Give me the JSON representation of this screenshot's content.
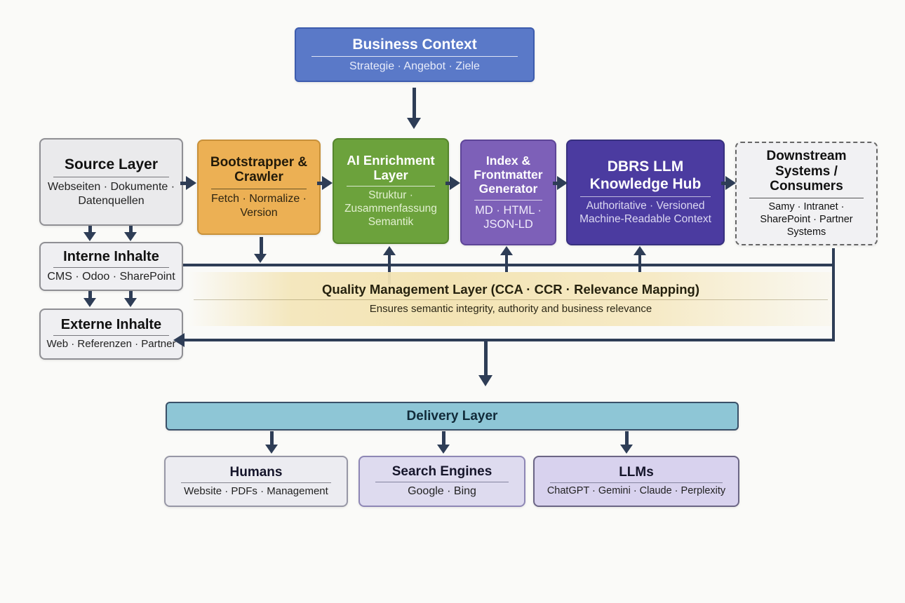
{
  "business_context": {
    "title": "Business Context",
    "subtitle": "Strategie · Angebot · Ziele"
  },
  "pipeline": {
    "source_layer": {
      "title": "Source Layer",
      "subtitle": "Webseiten · Dokumente · Datenquellen"
    },
    "bootstrapper": {
      "title": "Bootstrapper & Crawler",
      "subtitle": "Fetch · Normalize · Version"
    },
    "ai_enrichment": {
      "title": "AI Enrichment Layer",
      "subtitle": "Struktur · Zusammenfassung Semantik"
    },
    "index_frontmatter": {
      "title": "Index & Frontmatter Generator",
      "subtitle": "MD · HTML · JSON-LD"
    },
    "dbrs_hub": {
      "title": "DBRS LLM Knowledge Hub",
      "subtitle": "Authoritative · Versioned Machine-Readable Context"
    },
    "downstream": {
      "title": "Downstream Systems / Consumers",
      "subtitle": "Samy · Intranet · SharePoint · Partner Systems"
    }
  },
  "content_sources": {
    "interne": {
      "title": "Interne Inhalte",
      "subtitle": "CMS · Odoo · SharePoint"
    },
    "externe": {
      "title": "Externe Inhalte",
      "subtitle": "Web · Referenzen · Partner"
    }
  },
  "quality_management": {
    "title": "Quality Management Layer (CCA · CCR · Relevance Mapping)",
    "subtitle": "Ensures semantic integrity, authority and business relevance"
  },
  "delivery": {
    "title": "Delivery Layer"
  },
  "channels": {
    "humans": {
      "title": "Humans",
      "subtitle": "Website · PDFs · Management"
    },
    "search_engines": {
      "title": "Search Engines",
      "subtitle": "Google · Bing"
    },
    "llms": {
      "title": "LLMs",
      "subtitle": "ChatGPT · Gemini · Claude · Perplexity"
    }
  },
  "colors": {
    "arrow": "#2e3d56",
    "business_fill": "#5a79c8",
    "orange_fill": "#ecb054",
    "green_fill": "#6ca23c",
    "purple_fill": "#7d60b8",
    "indigo_fill": "#4b3ba0",
    "qm_fill": "#f3e4b4",
    "delivery_fill": "#8ec6d6",
    "background": "#fafaf8"
  }
}
